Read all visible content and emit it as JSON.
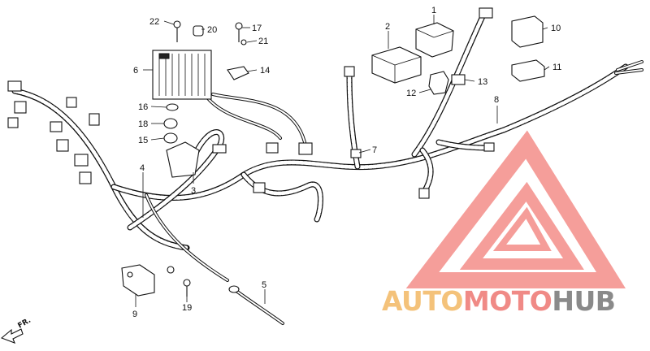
{
  "diagram": {
    "callouts": [
      {
        "id": "c1",
        "text": "1"
      },
      {
        "id": "c2",
        "text": "2"
      },
      {
        "id": "c3",
        "text": "3"
      },
      {
        "id": "c4",
        "text": "4"
      },
      {
        "id": "c5",
        "text": "5"
      },
      {
        "id": "c6",
        "text": "6"
      },
      {
        "id": "c7",
        "text": "7"
      },
      {
        "id": "c8",
        "text": "8"
      },
      {
        "id": "c9",
        "text": "9"
      },
      {
        "id": "c10",
        "text": "10"
      },
      {
        "id": "c11",
        "text": "11"
      },
      {
        "id": "c12",
        "text": "12"
      },
      {
        "id": "c13",
        "text": "13"
      },
      {
        "id": "c14",
        "text": "14"
      },
      {
        "id": "c15",
        "text": "15"
      },
      {
        "id": "c16",
        "text": "16"
      },
      {
        "id": "c17",
        "text": "17"
      },
      {
        "id": "c18",
        "text": "18"
      },
      {
        "id": "c19",
        "text": "19"
      },
      {
        "id": "c20",
        "text": "20"
      },
      {
        "id": "c21",
        "text": "21"
      },
      {
        "id": "c22",
        "text": "22"
      }
    ],
    "direction_label": "FR.",
    "watermark": {
      "part1": "AUTO",
      "part2": "MOTO",
      "part3": "HUB",
      "colors": {
        "auto": "#f4c27a",
        "moto": "#f08a86",
        "hub": "#8a8a8a",
        "logo": "#f27d78"
      }
    }
  }
}
